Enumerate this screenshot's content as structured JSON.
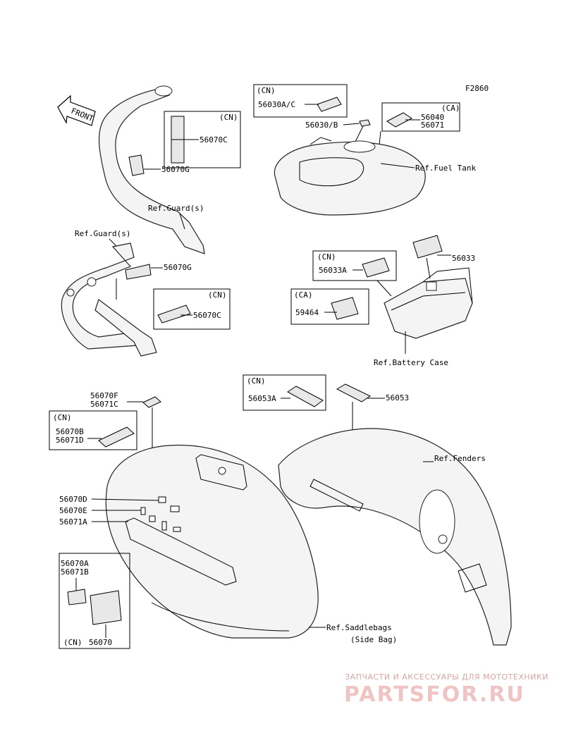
{
  "figure_code": "F2860",
  "front_arrow": "FRONT",
  "groups": {
    "cn_56030": {
      "region": "(CN)",
      "part": "56030A/C"
    },
    "fuel_tank": {
      "part_b": "56030/B",
      "ref": "Ref.Fuel Tank"
    },
    "ca_56040": {
      "region": "(CA)",
      "parts": [
        "56040",
        "56071"
      ]
    },
    "cn_56070c_top": {
      "region": "(CN)",
      "part": "56070C"
    },
    "guard_top": {
      "part": "56070G",
      "ref": "Ref.Guard(s)"
    },
    "guard_left": {
      "ref": "Ref.Guard(s)",
      "part": "56070G"
    },
    "cn_56070c_mid": {
      "region": "(CN)",
      "part": "56070C"
    },
    "battery": {
      "part": "56033",
      "ref": "Ref.Battery Case"
    },
    "cn_56033a": {
      "region": "(CN)",
      "part": "56033A"
    },
    "ca_59464": {
      "region": "(CA)",
      "part": "59464"
    },
    "cn_56053a": {
      "region": "(CN)",
      "part": "56053A"
    },
    "fenders": {
      "part": "56053",
      "ref": "Ref.Fenders"
    },
    "saddle_top": {
      "parts": [
        "56070F",
        "56071C"
      ]
    },
    "cn_56070b": {
      "region": "(CN)",
      "parts": [
        "56070B",
        "56071D"
      ]
    },
    "saddle_mid": {
      "parts": [
        "56070D",
        "56070E",
        "56071A"
      ]
    },
    "saddle_box": {
      "parts": [
        "56070A",
        "56071B"
      ],
      "region": "(CN)",
      "part": "56070"
    },
    "saddlebags": {
      "ref": "Ref.Saddlebags",
      "ref2": "(Side Bag)"
    }
  },
  "watermark": {
    "top": "ЗАПЧАСТИ И АКСЕССУАРЫ ДЛЯ МОТОТЕХНИКИ",
    "brand": "PARTSFOR.RU"
  }
}
